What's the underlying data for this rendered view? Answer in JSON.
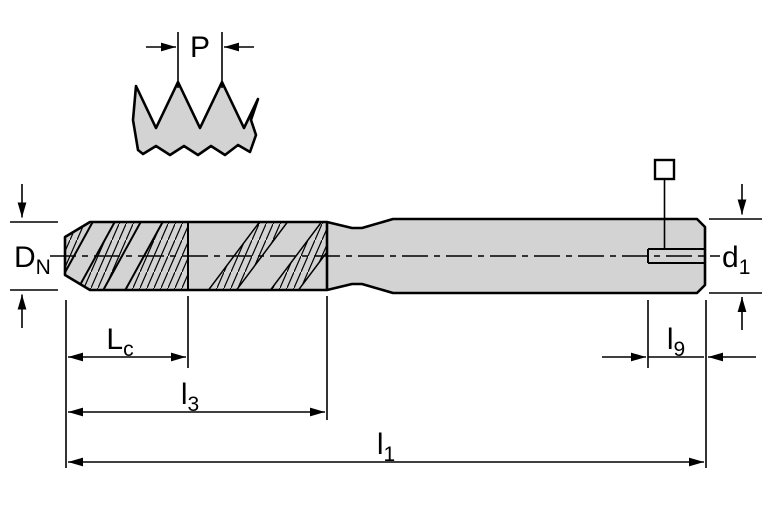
{
  "drawing": {
    "pitch_label": "P",
    "dimensions": {
      "nominal_diameter": {
        "base": "D",
        "sub": "N"
      },
      "shank_diameter": {
        "base": "d",
        "sub": "1"
      },
      "chamfer_length": {
        "base": "L",
        "sub": "c"
      },
      "thread_length": {
        "base": "l",
        "sub": "3"
      },
      "overall_length": {
        "base": "l",
        "sub": "1"
      },
      "square_length": {
        "base": "l",
        "sub": "9"
      }
    },
    "icons": {
      "square_drive_end": "square-outline"
    },
    "colors": {
      "outline": "#000000",
      "body_fill": "#d3d3d3",
      "background": "#ffffff"
    }
  }
}
